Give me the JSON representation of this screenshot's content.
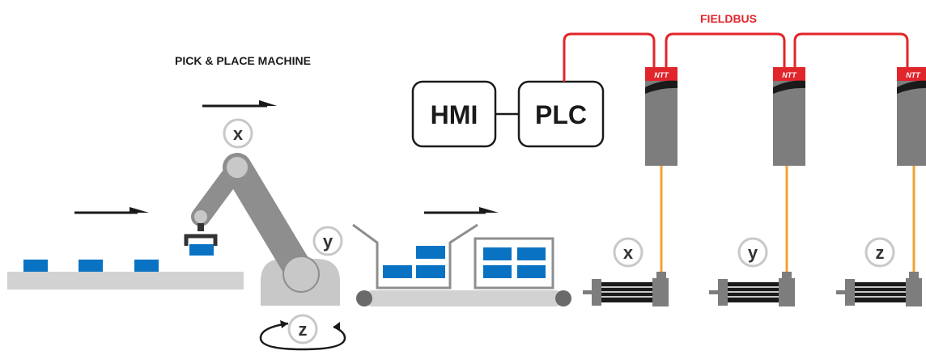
{
  "machine_title": "PICK & PLACE MACHINE",
  "fieldbus_label": "FIELDBUS",
  "hmi_label": "HMI",
  "plc_label": "PLC",
  "robot_axis_labels": {
    "x": "x",
    "y": "y",
    "z": "z"
  },
  "drive_brand": "NTT",
  "drives": [
    {
      "axis": "x"
    },
    {
      "axis": "y"
    },
    {
      "axis": "z"
    }
  ],
  "colors": {
    "fieldbus": "#e0262b",
    "product": "#0a72c2",
    "cable": "#f5a032",
    "robot": "#8e8e8e",
    "joint": "#c8c8c8",
    "conveyor": "#d2d2d2",
    "motor": "#1a1a1a",
    "drive": "#7d7d7d"
  },
  "icons": [
    "arrow-right-icon",
    "rotation-arrow-icon",
    "gripper-icon",
    "servo-motor-icon",
    "servo-drive-icon"
  ]
}
